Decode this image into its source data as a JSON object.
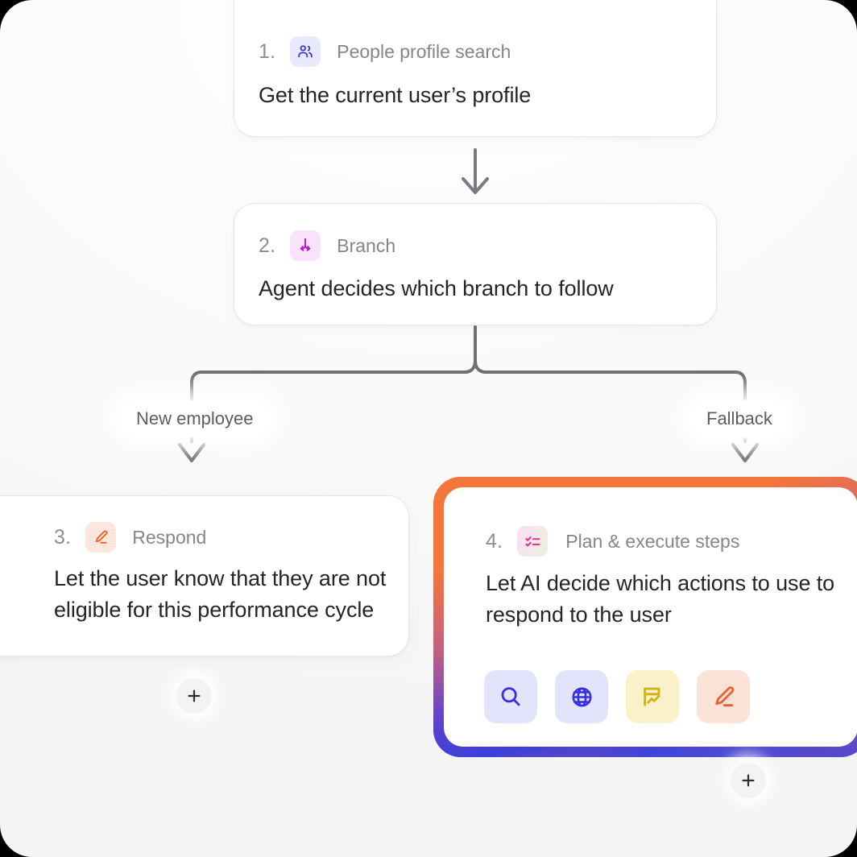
{
  "workflow": {
    "steps": [
      {
        "number": "1.",
        "type": "People profile search",
        "icon": "people-icon",
        "icon_fg": "#4338ca",
        "icon_bg": "#e8e9fd",
        "body": "Get the current user’s profile"
      },
      {
        "number": "2.",
        "type": "Branch",
        "icon": "branch-icon",
        "icon_fg": "#b317c9",
        "icon_bg": "#f9e2fb",
        "body": "Agent decides which branch to follow"
      },
      {
        "number": "3.",
        "type": "Respond",
        "icon": "pen-icon",
        "icon_fg": "#ef5f2b",
        "icon_bg": "#fde7dc",
        "body": "Let the user know that they are not eligible for this performance cycle"
      },
      {
        "number": "4.",
        "type": "Plan & execute steps",
        "icon": "checklist-icon",
        "icon_fg": "#e0359a",
        "icon_bg": "#f8dff0",
        "body": "Let AI decide which actions to use to respond to the user"
      }
    ],
    "branches": [
      {
        "label": "New employee"
      },
      {
        "label": "Fallback"
      }
    ],
    "actions": [
      {
        "name": "search-icon",
        "fg": "#3730e0",
        "bg": "#e3e4fb"
      },
      {
        "name": "globe-icon",
        "fg": "#3730e0",
        "bg": "#e3e4fb"
      },
      {
        "name": "chart-flag-icon",
        "fg": "#d4af13",
        "bg": "#fbf1c9"
      },
      {
        "name": "pen-icon",
        "fg": "#ef5f2b",
        "bg": "#fbe2d6"
      }
    ],
    "add_buttons": [
      {
        "label": "+",
        "name": "add-step-left"
      },
      {
        "label": "+",
        "name": "add-step-right"
      }
    ],
    "colors": {
      "accent_orange": "#f4763a",
      "accent_blue": "#3b3fd8",
      "wire": "#6f6f74",
      "canvas_bg": "#f4f4f4"
    }
  }
}
